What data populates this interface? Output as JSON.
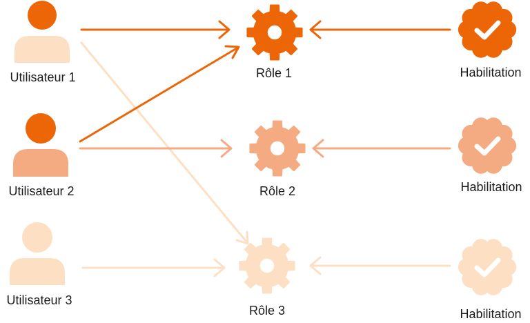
{
  "colors": {
    "dark": "#ec6608",
    "medium": "#f4ab82",
    "light": "#fde0c4",
    "text": "#1a1a1a"
  },
  "users": [
    {
      "label": "Utilisateur 1",
      "head_color": "#ec6608",
      "body_color": "#fde0c4",
      "icon": "user-icon"
    },
    {
      "label": "Utilisateur 2",
      "head_color": "#ec6608",
      "body_color": "#f4ab82",
      "icon": "user-icon"
    },
    {
      "label": "Utilisateur 3",
      "head_color": "#fde0c4",
      "body_color": "#fde0c4",
      "icon": "user-icon"
    }
  ],
  "roles": [
    {
      "label": "Rôle 1",
      "color": "#ec6608",
      "icon": "gear-icon"
    },
    {
      "label": "Rôle 2",
      "color": "#f4ab82",
      "icon": "gear-icon"
    },
    {
      "label": "Rôle 3",
      "color": "#fde0c4",
      "icon": "gear-icon"
    }
  ],
  "habilitations": [
    {
      "label": "Habilitation",
      "color": "#ec6608",
      "icon": "verified-badge-icon"
    },
    {
      "label": "Habilitation",
      "color": "#f4ab82",
      "icon": "verified-badge-icon"
    },
    {
      "label": "Habilitation",
      "color": "#fde0c4",
      "icon": "verified-badge-icon"
    }
  ],
  "links": [
    {
      "from": "user-1",
      "to": "role-1",
      "color": "#ec6608"
    },
    {
      "from": "user-1",
      "to": "role-3",
      "color": "#fde0c4"
    },
    {
      "from": "user-2",
      "to": "role-1",
      "color": "#ec6608"
    },
    {
      "from": "user-2",
      "to": "role-2",
      "color": "#f4ab82"
    },
    {
      "from": "user-3",
      "to": "role-3",
      "color": "#fde0c4"
    },
    {
      "from": "habilitation-1",
      "to": "role-1",
      "color": "#ec6608"
    },
    {
      "from": "habilitation-2",
      "to": "role-2",
      "color": "#f4ab82"
    },
    {
      "from": "habilitation-3",
      "to": "role-3",
      "color": "#fde0c4"
    }
  ]
}
